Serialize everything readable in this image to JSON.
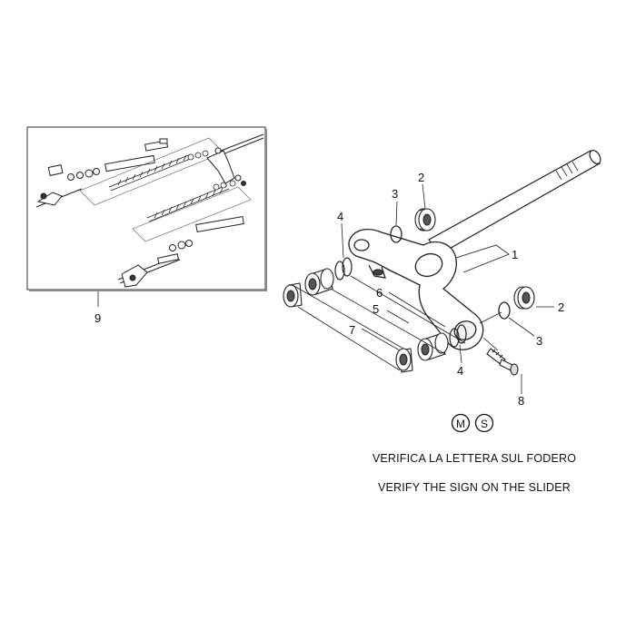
{
  "callouts": {
    "c1": "1",
    "c2a": "2",
    "c2b": "2",
    "c3a": "3",
    "c3b": "3",
    "c4a": "4",
    "c4b": "4",
    "c5": "5",
    "c6": "6",
    "c7": "7",
    "c8": "8",
    "c9": "9"
  },
  "badges": {
    "m": "M",
    "s": "S"
  },
  "caption": {
    "italian": "VERIFICA LA LETTERA SUL FODERO",
    "english": "VERIFY THE SIGN ON THE SLIDER"
  }
}
